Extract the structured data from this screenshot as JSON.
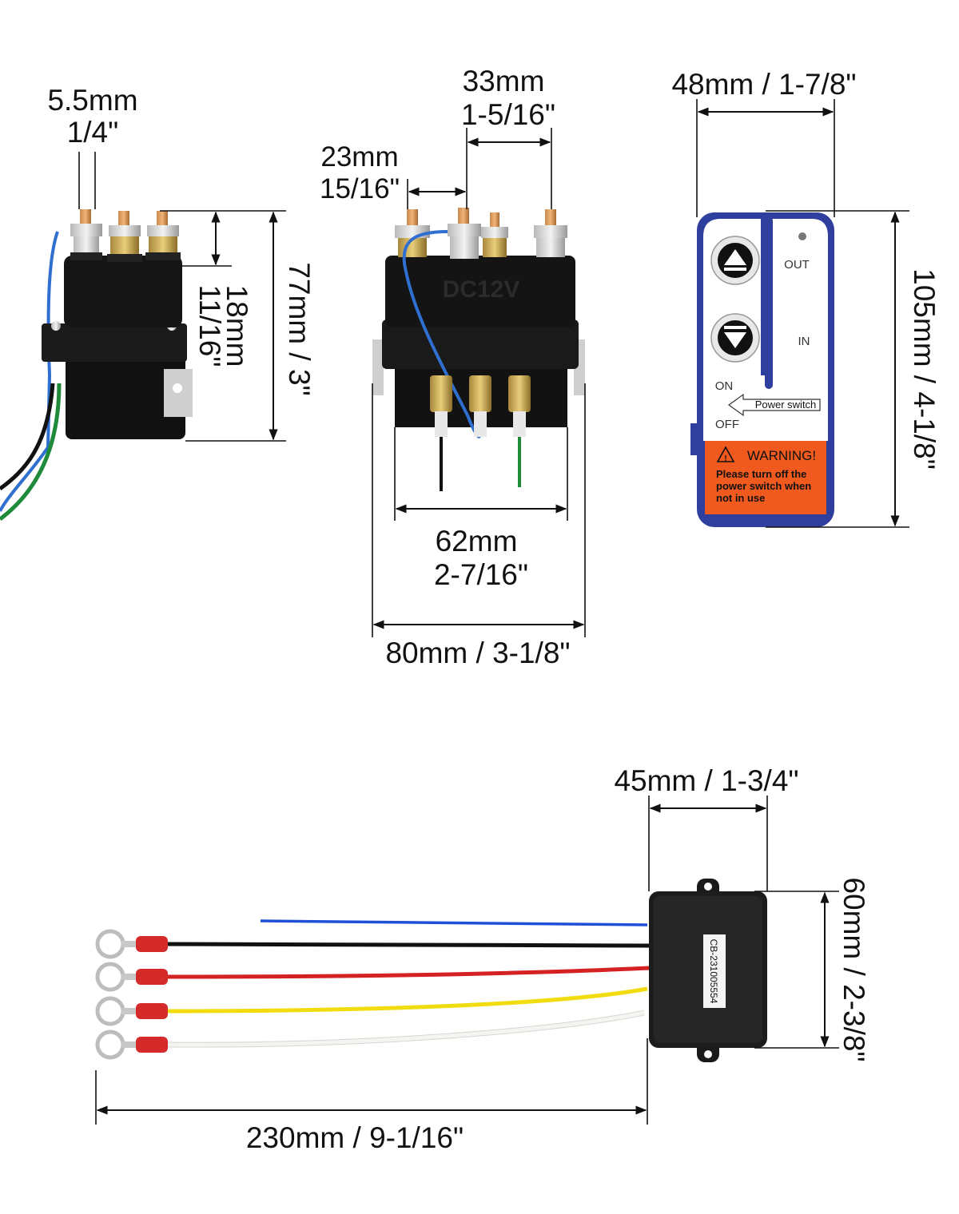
{
  "solenoid_side": {
    "stud_diameter": {
      "metric": "5.5mm",
      "imperial": "1/4\""
    },
    "stud_height": {
      "metric": "18mm",
      "imperial": "11/16\""
    },
    "total_height": {
      "label": "77mm / 3\""
    }
  },
  "solenoid_front": {
    "label_text": "DC12V",
    "small_stud_gap": {
      "metric": "23mm",
      "imperial": "15/16\""
    },
    "large_stud_gap": {
      "metric": "33mm",
      "imperial": "1-5/16\""
    },
    "body_width": {
      "metric": "62mm",
      "imperial": "2-7/16\""
    },
    "overall_width": {
      "label": "80mm / 3-1/8\""
    }
  },
  "remote": {
    "width": {
      "label": "48mm / 1-7/8\""
    },
    "height": {
      "label": "105mm / 4-1/8\""
    },
    "out_label": "OUT",
    "in_label": "IN",
    "on_label": "ON",
    "off_label": "OFF",
    "power_switch_label": "Power switch",
    "warning_title": "WARNING!",
    "warning_lines": [
      "Please turn off the",
      "power switch when",
      "not in use"
    ],
    "colors": {
      "body": "#2f3f9e",
      "face": "#ffffff",
      "warning": "#f05a1e"
    }
  },
  "receiver": {
    "width": {
      "label": "45mm / 1-3/4\""
    },
    "height": {
      "label": "60mm / 2-3/8\""
    },
    "cable_length": {
      "label": "230mm / 9-1/16\""
    },
    "sticker_text": "CB-231005554",
    "wires": [
      "blue",
      "black",
      "red",
      "yellow",
      "white"
    ],
    "wire_colors": {
      "blue": "#1f4fd6",
      "black": "#111111",
      "red": "#d42222",
      "yellow": "#f1dc10",
      "white": "#f4f4f0"
    }
  }
}
